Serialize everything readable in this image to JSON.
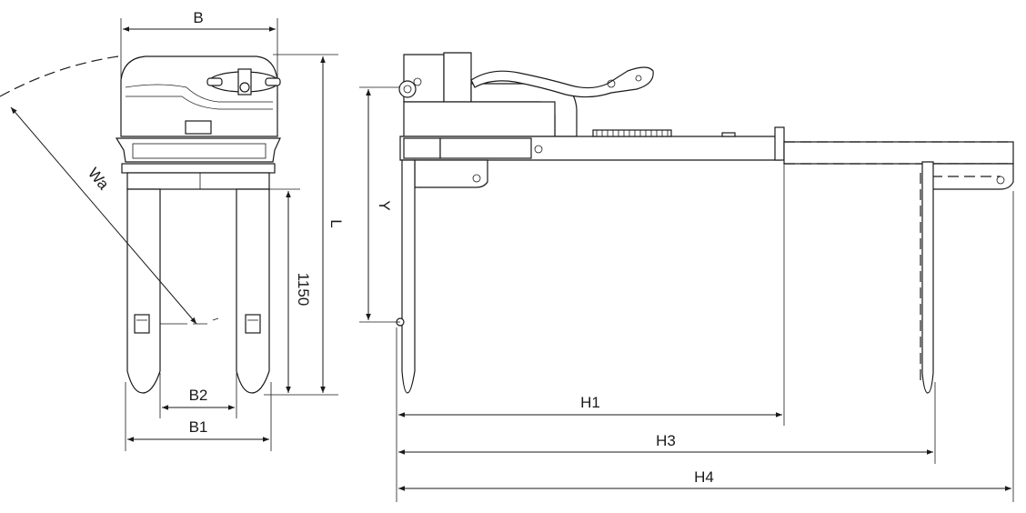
{
  "labels": {
    "B": "B",
    "Wa": "Wa",
    "L": "L",
    "fork_length": "1150",
    "B2": "B2",
    "B1": "B1",
    "Y": "Y",
    "H1": "H1",
    "H3": "H3",
    "H4": "H4"
  }
}
